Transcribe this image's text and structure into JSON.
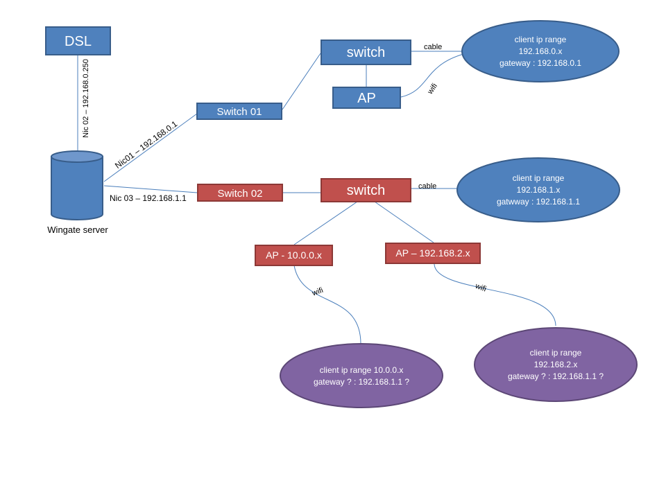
{
  "colors": {
    "blue_fill": "#4F81BD",
    "blue_stroke": "#385D8A",
    "red_fill": "#C0504D",
    "red_stroke": "#8C3836",
    "purple_fill": "#8064A2",
    "purple_stroke": "#5C4776",
    "line": "#4A7EBB",
    "label_text": "#000000",
    "box_text": "#ffffff"
  },
  "nodes": {
    "dsl": {
      "label": "DSL"
    },
    "wingate": {
      "label": "Wingate server"
    },
    "switch01": {
      "label": "Switch 01"
    },
    "switch02": {
      "label": "Switch 02"
    },
    "switch_blue": {
      "label": "switch"
    },
    "ap_blue": {
      "label": "AP"
    },
    "switch_red": {
      "label": "switch"
    },
    "ap_10": {
      "label": "AP - 10.0.0.x"
    },
    "ap_192_2": {
      "label": "AP – 192.168.2.x"
    },
    "client_blue_0": {
      "lines": [
        "client ip range",
        "192.168.0.x",
        "gateway : 192.168.0.1"
      ]
    },
    "client_blue_1": {
      "lines": [
        "client ip range",
        "192.168.1.x",
        "gatwway : 192.168.1.1"
      ]
    },
    "client_purple_10": {
      "lines": [
        "client ip range 10.0.0.x",
        "gateway ? : 192.168.1.1 ?"
      ]
    },
    "client_purple_2": {
      "lines": [
        "client ip range",
        "192.168.2.x",
        "gateway ? : 192.168.1.1 ?"
      ]
    }
  },
  "links": {
    "nic02": "Nic 02 – 192.168.0.250",
    "nic01": "Nic01 – 192.168.0.1",
    "nic03": "Nic 03  – 192.168.1.1",
    "cable_top": "cable",
    "wifi_top": "wifi",
    "cable_mid": "cable",
    "wifi_left": "wifi",
    "wifi_right": "wifi"
  }
}
